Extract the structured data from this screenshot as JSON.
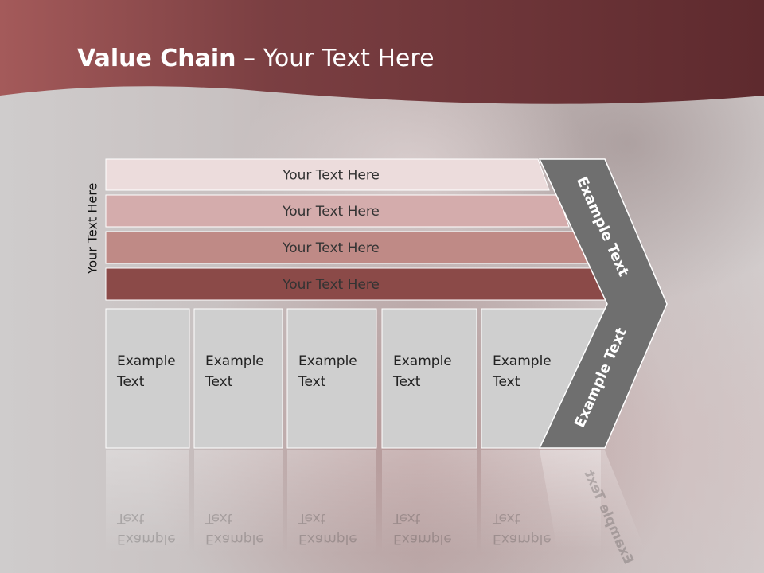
{
  "title": {
    "bold": "Value Chain",
    "rest": " – Your Text Here"
  },
  "side_label": "Your Text Here",
  "bars": [
    {
      "label": "Your Text Here",
      "color": "#ecdcdc"
    },
    {
      "label": "Your Text Here",
      "color": "#d4acac"
    },
    {
      "label": "Your Text Here",
      "color": "#bf8a86"
    },
    {
      "label": "Your Text Here",
      "color": "#8b4a48"
    }
  ],
  "boxes": [
    {
      "line1": "Example",
      "line2": "Text"
    },
    {
      "line1": "Example",
      "line2": "Text"
    },
    {
      "line1": "Example",
      "line2": "Text"
    },
    {
      "line1": "Example",
      "line2": "Text"
    },
    {
      "line1": "Example",
      "line2": "Text"
    }
  ],
  "arrow_upper": "Example Text",
  "arrow_lower": "Example Text",
  "colors": {
    "header": "#7a3b3d",
    "arrow": "#6f6f6f",
    "box": "#cfcfcf"
  }
}
